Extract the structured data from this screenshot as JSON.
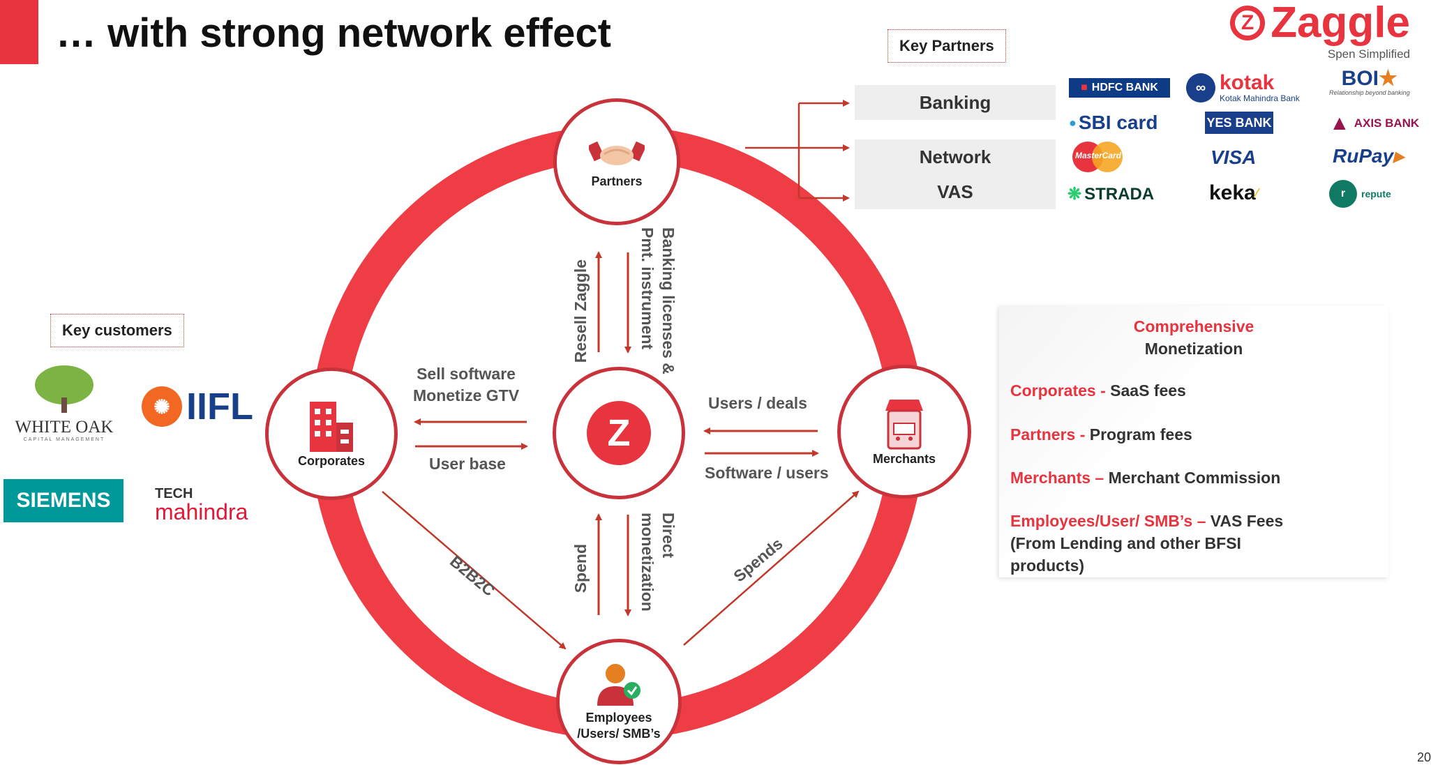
{
  "title": "… with strong network effect",
  "brand": {
    "name": "Zaggle",
    "mark": "Z",
    "tagline": "Spen  Simplified"
  },
  "key_partners": {
    "label": "Key Partners",
    "categories": [
      "Banking",
      "Network",
      "VAS"
    ],
    "logos": {
      "hdfc": "HDFC BANK",
      "kotak": "kotak",
      "kotak_sub": "Kotak Mahindra Bank",
      "boi": "BOI",
      "boi_sub": "Relationship beyond banking",
      "sbi": "SBI card",
      "yes": "YES BANK",
      "axis": "AXIS BANK",
      "mastercard": "MasterCard",
      "visa": "VISA",
      "rupay": "RuPay",
      "strada": "STRADA",
      "keka": "keka",
      "repute": "repute"
    }
  },
  "key_customers": {
    "label": "Key customers",
    "logos": {
      "whiteoak": "WHITE OAK",
      "whiteoak_sub": "CAPITAL MANAGEMENT",
      "iifl": "IIFL",
      "siemens": "SIEMENS",
      "tech": "TECH",
      "mahindra": "mahindra"
    }
  },
  "nodes": {
    "partners": "Partners",
    "corporates": "Corporates",
    "merchants": "Merchants",
    "employees": "Employees\n/Users/ SMB’s",
    "center": "Z"
  },
  "flows": {
    "resell": "Resell Zaggle",
    "banking_licenses": "Banking licenses &\nPmt. instrument",
    "sell_software": "Sell software\nMonetize GTV",
    "user_base": "User base",
    "users_deals": "Users / deals",
    "software_users": "Software / users",
    "spend": "Spend",
    "direct_monetization": "Direct\nmonetization",
    "b2b2c": "B2B2C",
    "spends": "Spends"
  },
  "monetization": {
    "heading_red": "Comprehensive",
    "heading": "Monetization",
    "rows": [
      {
        "label": "Corporates - ",
        "value": "SaaS fees"
      },
      {
        "label": "Partners - ",
        "value": "Program fees"
      },
      {
        "label": "Merchants – ",
        "value": "Merchant Commission"
      },
      {
        "label": "Employees/User/ SMB’s – ",
        "value": "VAS Fees (From Lending and other BFSI products)"
      }
    ]
  },
  "page_number": "20",
  "colors": {
    "accent": "#e8343f",
    "ring": "#ee3d45",
    "arrow": "#c0392b"
  }
}
